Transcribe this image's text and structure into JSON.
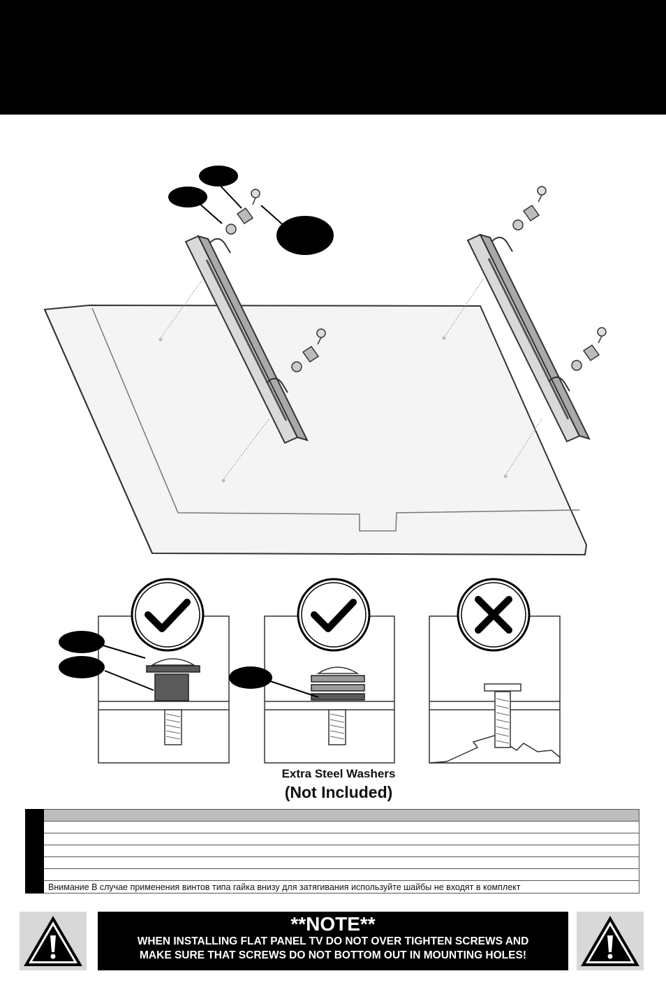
{
  "figure": {
    "caption_line1": "Extra Steel Washers",
    "caption_line2": "(Not Included)",
    "panel_marks": [
      "check-icon",
      "check-icon",
      "cross-icon"
    ]
  },
  "steps_table": {
    "rows": [
      {
        "text": ""
      },
      {
        "text": ""
      },
      {
        "text": ""
      },
      {
        "text": ""
      },
      {
        "text": ""
      },
      {
        "text": ""
      },
      {
        "text": "Внимание  В случае применения винтов типа  гайка внизу   для затягивания используйте шайбы  не входят в комплект"
      }
    ]
  },
  "note": {
    "title": "**NOTE**",
    "line1": "WHEN INSTALLING FLAT PANEL TV DO NOT OVER TIGHTEN SCREWS AND",
    "line2": "MAKE SURE THAT SCREWS DO NOT BOTTOM OUT IN MOUNTING HOLES!"
  },
  "colors": {
    "header": "#000000",
    "table_header": "#bdbdbd",
    "washer": "#5a5a5a"
  }
}
